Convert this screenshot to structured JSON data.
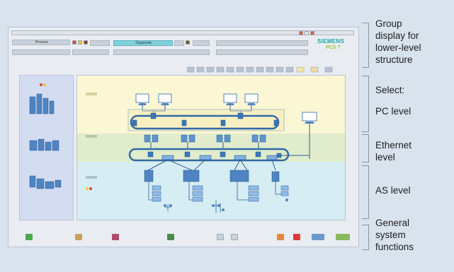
{
  "toolbar": {
    "process_label": "Process",
    "diagnostic_label": "Diagnostic"
  },
  "brand": {
    "vendor": "SIEMENS",
    "product": "PCS 7"
  },
  "annotations": {
    "group_display": [
      "Group",
      "display for",
      "lower-level",
      "structure"
    ],
    "select": "Select:",
    "pc_level": "PC level",
    "ethernet_level": [
      "Ethernet",
      "level"
    ],
    "as_level": "AS level",
    "general_functions": [
      "General",
      "system",
      "functions"
    ]
  },
  "colors": {
    "background": "#d9e3ee",
    "pc_band": "#fbf6d3",
    "ethernet_band": "#e0eccb",
    "as_band": "#d5edf3",
    "left_panel": "#d4dcf2",
    "diagnostic_button": "#7fd1dc",
    "node_blue": "#3b76b8"
  },
  "icons": [
    "process-alarm-red-icon",
    "process-alarm-yellow-icon",
    "diagnostic-alarm-icon",
    "group-display-icon",
    "pc-station-icon",
    "switch-icon",
    "plc-icon",
    "io-module-icon",
    "nav-back-icon",
    "edit-icon",
    "print-icon",
    "network-icon",
    "acknowledge-icon",
    "alarm-stop-icon",
    "arrows-icon",
    "keyboard-icon"
  ]
}
